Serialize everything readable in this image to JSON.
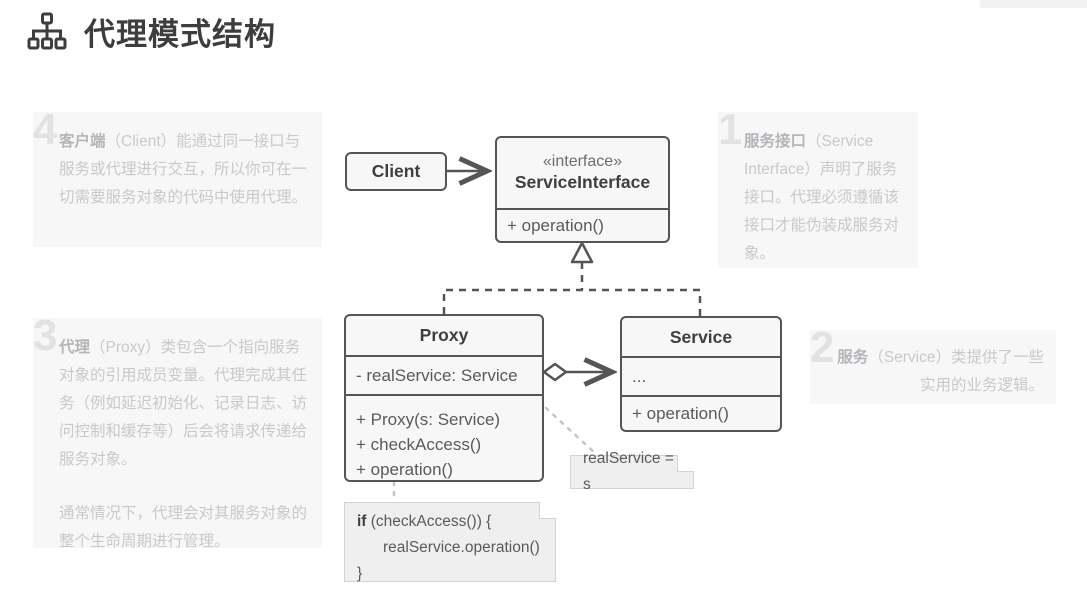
{
  "header": {
    "icon": "sitemap-icon",
    "title": "代理模式结构"
  },
  "annotations": [
    {
      "id": "4",
      "number": "4",
      "term": "客户端",
      "paragraphs": [
        "（Client）能通过同一接口与服务或代理进行交互，所以你可在一切需要服务对象的代码中使用代理。"
      ]
    },
    {
      "id": "3",
      "number": "3",
      "term": "代理",
      "paragraphs": [
        "（Proxy）类包含一个指向服务对象的引用成员变量。代理完成其任务（例如延迟初始化、记录日志、访问控制和缓存等）后会将请求传递给服务对象。",
        "通常情况下，代理会对其服务对象的整个生命周期进行管理。"
      ]
    },
    {
      "id": "1",
      "number": "1",
      "term": "服务接口",
      "paragraphs": [
        "（Service Interface）声明了服务接口。代理必须遵循该接口才能伪装成服务对象。"
      ]
    },
    {
      "id": "2",
      "number": "2",
      "term": "服务",
      "paragraphs": [
        "（Service）类提供了一些实用的业务逻辑。"
      ]
    }
  ],
  "diagram": {
    "client": {
      "name": "Client"
    },
    "service_interface": {
      "stereotype": "«interface»",
      "name": "ServiceInterface",
      "operations": [
        "+ operation()"
      ]
    },
    "proxy": {
      "name": "Proxy",
      "attributes": [
        "- realService: Service"
      ],
      "operations": [
        "+ Proxy(s: Service)",
        "+ checkAccess()",
        "+ operation()"
      ]
    },
    "service": {
      "name": "Service",
      "attributes": [
        "..."
      ],
      "operations": [
        "+ operation()"
      ]
    },
    "notes": {
      "assignment": "realService = s",
      "code_line1_keyword": "if",
      "code_line1_rest": " (checkAccess()) {",
      "code_line2": "realService.operation()",
      "code_line3": "}"
    },
    "relations": [
      {
        "name": "client-uses-interface",
        "type": "association",
        "from": "Client",
        "to": "ServiceInterface"
      },
      {
        "name": "proxy-realizes-interface",
        "type": "realization",
        "from": "Proxy",
        "to": "ServiceInterface"
      },
      {
        "name": "service-realizes-interface",
        "type": "realization",
        "from": "Service",
        "to": "ServiceInterface"
      },
      {
        "name": "proxy-aggregates-service",
        "type": "aggregation",
        "from": "Proxy",
        "to": "Service"
      }
    ]
  },
  "colors": {
    "line": "#555558",
    "box_fill": "#f7f7f7",
    "note_fill": "#efefef",
    "panel_fill": "#f7f7f8",
    "muted_text": "#c9c9cc",
    "title_text": "#3d3d3d"
  }
}
